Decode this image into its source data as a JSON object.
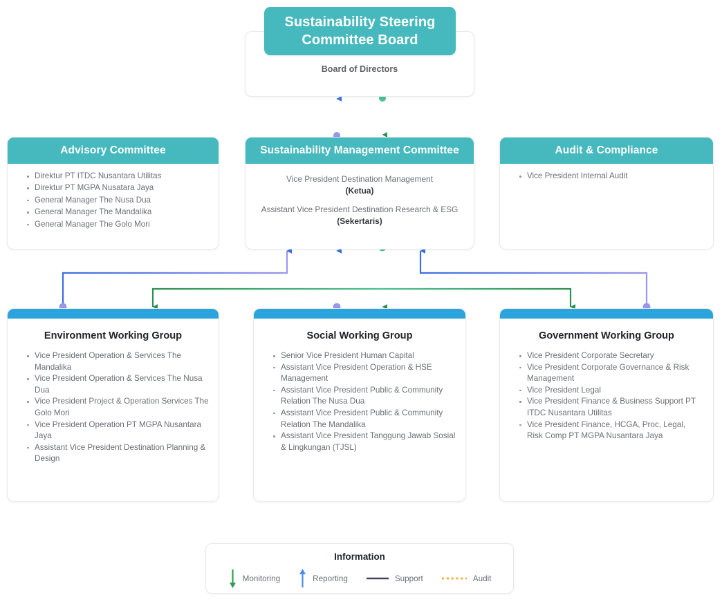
{
  "board": {
    "badge_title": "Sustainability Steering Committee Board",
    "subtitle": "Board of Directors"
  },
  "committees": [
    {
      "id": "advisory",
      "title": "Advisory Committee",
      "members": [
        "Direktur PT ITDC Nusantara Utilitas",
        "Direktur PT MGPA Nusatara Jaya",
        "General Manager The Nusa Dua",
        "General Manager The Mandalika",
        "General Manager The Golo Mori"
      ]
    },
    {
      "id": "smc",
      "title": "Sustainability Management Committee",
      "line1_plain": "Vice President Destination Management",
      "line1_bold": "(Ketua)",
      "line2_plain": "Assistant Vice President Destination Research & ESG ",
      "line2_bold": "(Sekertaris)"
    },
    {
      "id": "audit",
      "title": "Audit & Compliance",
      "members": [
        "Vice President Internal Audit"
      ]
    }
  ],
  "working_groups": [
    {
      "id": "environment",
      "title": "Environment Working Group",
      "members": [
        "Vice President Operation & Services The Mandalika",
        "Vice President Operation & Services The Nusa Dua",
        "Vice President Project & Operation Services The Golo Mori",
        "Vice President Operation PT MGPA Nusantara Jaya",
        "Assistant Vice President Destination Planning & Design"
      ]
    },
    {
      "id": "social",
      "title": "Social Working Group",
      "members": [
        "Senior Vice President Human Capital",
        "Assistant Vice President Operation & HSE Management",
        "Assistant Vice President Public & Community Relation The Nusa Dua",
        "Assistant Vice President Public & Community Relation The Mandalika",
        "Assistant Vice President Tanggung Jawab Sosial & Lingkungan (TJSL)"
      ]
    },
    {
      "id": "government",
      "title": "Government Working Group",
      "members": [
        "Vice President Corporate Secretary",
        "Vice President Corporate Governance & Risk Management",
        "Vice President Legal",
        "Vice President Finance & Business Support PT ITDC Nusantara Utilitas",
        "Vice President Finance, HCGA, Proc, Legal, Risk Comp PT MGPA Nusantara Jaya"
      ]
    }
  ],
  "legend": {
    "title": "Information",
    "items": [
      {
        "label": "Monitoring",
        "icon": "arrow-down-icon",
        "color": "#2e9e56"
      },
      {
        "label": "Reporting",
        "icon": "arrow-up-icon",
        "color": "#4f8bf0"
      },
      {
        "label": "Support",
        "icon": "solid-line-icon",
        "color": "#4a4160"
      },
      {
        "label": "Audit",
        "icon": "dotted-line-icon",
        "color": "#f6b24a"
      }
    ]
  },
  "colors": {
    "header_teal": "#45b9bd",
    "wg_bar_blue": "#2ba4de",
    "monitoring_green": "#2e9e56",
    "reporting_blue": "#4f8bf0",
    "reporting_dot_purple": "#9a96ec",
    "monitoring_dot_green": "#4cc193",
    "support_purple": "#4a4160",
    "audit_orange": "#f6b24a"
  }
}
